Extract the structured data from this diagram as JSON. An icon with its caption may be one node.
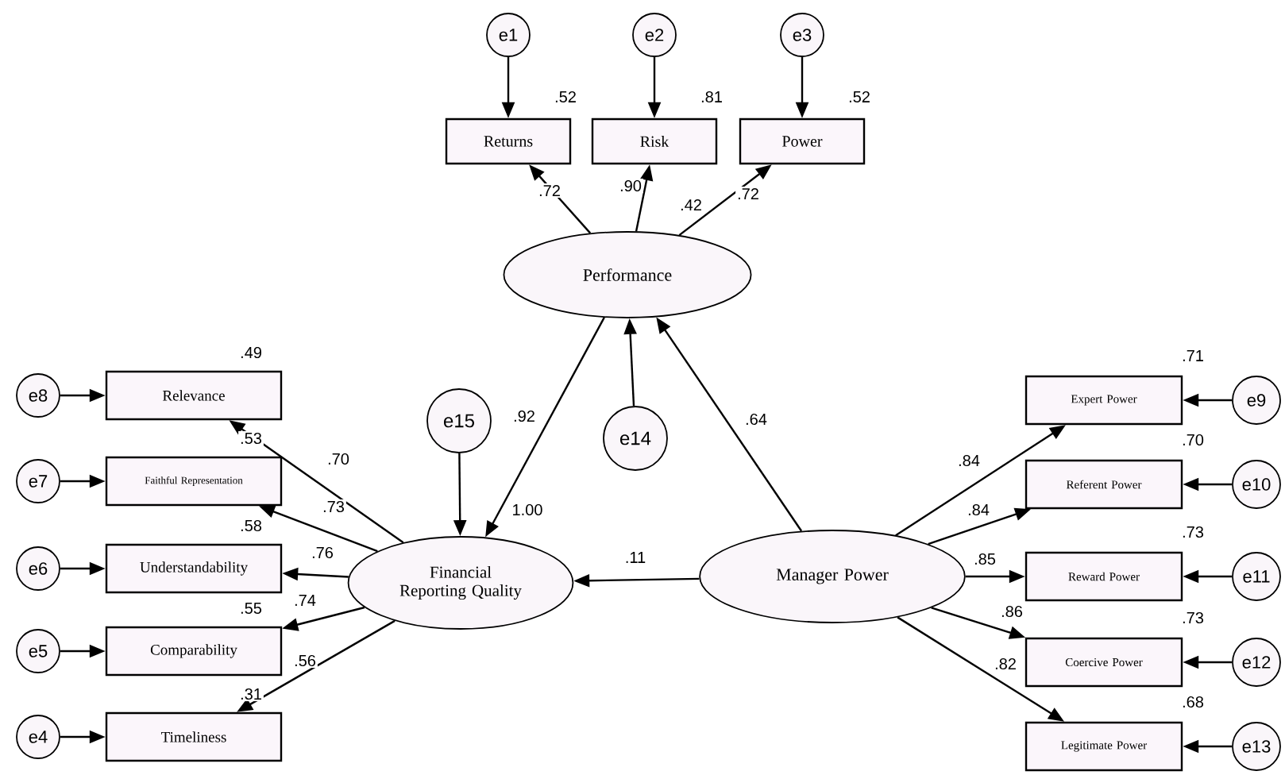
{
  "diagram": {
    "nodes": [
      {
        "text": [
          "Performance"
        ],
        "beside": [
          ".42"
        ]
      },
      {
        "text": [
          "Returns"
        ],
        "beside": [
          ".52"
        ]
      },
      {
        "text": [
          "Risk"
        ],
        "beside": [
          ".81"
        ]
      },
      {
        "text": [
          "Power"
        ],
        "beside": [
          ".52"
        ]
      },
      {
        "text": [
          "e1"
        ]
      },
      {
        "text": [
          "e2"
        ]
      },
      {
        "text": [
          "e3"
        ]
      },
      {
        "text": [
          "e14"
        ]
      },
      {
        "text": [
          "e15"
        ]
      },
      {
        "text": [
          "Financial Reporting Quality"
        ],
        "beside": [
          "1.00"
        ]
      },
      {
        "text": [
          "Manager Power"
        ]
      },
      {
        "text": [
          "Relevance"
        ],
        "beside": [
          ".49"
        ]
      },
      {
        "text": [
          "Faithful Representation"
        ],
        "beside": [
          ".53"
        ]
      },
      {
        "text": [
          "Understandability"
        ],
        "beside": [
          ".58"
        ]
      },
      {
        "text": [
          "Comparability"
        ],
        "beside": [
          ".55"
        ]
      },
      {
        "text": [
          "Timeliness"
        ],
        "beside": [
          ".31"
        ]
      },
      {
        "text": [
          "e8"
        ]
      },
      {
        "text": [
          "e7"
        ]
      },
      {
        "text": [
          "e6"
        ]
      },
      {
        "text": [
          "e5"
        ]
      },
      {
        "text": [
          "e4"
        ]
      },
      {
        "text": [
          "Expert Power"
        ],
        "beside": [
          ".71"
        ]
      },
      {
        "text": [
          "Referent Power"
        ],
        "beside": [
          ".70"
        ]
      },
      {
        "text": [
          "Reward Power"
        ],
        "beside": [
          ".73"
        ]
      },
      {
        "text": [
          "Coercive Power"
        ],
        "beside": [
          ".73"
        ]
      },
      {
        "text": [
          "Legitimate Power"
        ],
        "beside": [
          ".68"
        ]
      },
      {
        "text": [
          "e9"
        ]
      },
      {
        "text": [
          "e10"
        ]
      },
      {
        "text": [
          "e11"
        ]
      },
      {
        "text": [
          "e12"
        ]
      },
      {
        "text": [
          "e13"
        ]
      }
    ],
    "edges": [
      {
        "from": 4,
        "to": 1,
        "arrow": "to"
      },
      {
        "from": 5,
        "to": 2,
        "arrow": "to"
      },
      {
        "from": 6,
        "to": 3,
        "arrow": "to"
      },
      {
        "from": 0,
        "to": 1,
        "arrow": "to",
        "label": ".72"
      },
      {
        "from": 0,
        "to": 2,
        "arrow": "to",
        "label": ".90"
      },
      {
        "from": 0,
        "to": 3,
        "arrow": "to",
        "label": ".72"
      },
      {
        "from": 7,
        "to": 0,
        "arrow": "to"
      },
      {
        "from": 0,
        "to": 9,
        "arrow": "to",
        "label": ".92"
      },
      {
        "from": 10,
        "to": 0,
        "arrow": "to",
        "label": ".64"
      },
      {
        "from": 8,
        "to": 9,
        "arrow": "to"
      },
      {
        "from": 10,
        "to": 9,
        "arrow": "to",
        "label": ".11"
      },
      {
        "from": 9,
        "to": 11,
        "arrow": "to",
        "label": ".70"
      },
      {
        "from": 9,
        "to": 12,
        "arrow": "to",
        "label": ".73"
      },
      {
        "from": 9,
        "to": 13,
        "arrow": "to",
        "label": ".76"
      },
      {
        "from": 9,
        "to": 14,
        "arrow": "to",
        "label": ".74"
      },
      {
        "from": 9,
        "to": 15,
        "arrow": "to",
        "label": ".56"
      },
      {
        "from": 16,
        "to": 11,
        "arrow": "to"
      },
      {
        "from": 17,
        "to": 12,
        "arrow": "to"
      },
      {
        "from": 18,
        "to": 13,
        "arrow": "to"
      },
      {
        "from": 19,
        "to": 14,
        "arrow": "to"
      },
      {
        "from": 20,
        "to": 15,
        "arrow": "to"
      },
      {
        "from": 10,
        "to": 21,
        "arrow": "to",
        "label": ".84"
      },
      {
        "from": 10,
        "to": 22,
        "arrow": "to",
        "label": ".84"
      },
      {
        "from": 10,
        "to": 23,
        "arrow": "to",
        "label": ".85"
      },
      {
        "from": 10,
        "to": 24,
        "arrow": "to",
        "label": ".86"
      },
      {
        "from": 10,
        "to": 25,
        "arrow": "to",
        "label": ".82"
      },
      {
        "from": 26,
        "to": 21,
        "arrow": "to"
      },
      {
        "from": 27,
        "to": 22,
        "arrow": "to"
      },
      {
        "from": 28,
        "to": 23,
        "arrow": "to"
      },
      {
        "from": 29,
        "to": 24,
        "arrow": "to"
      },
      {
        "from": 30,
        "to": 25,
        "arrow": "to"
      }
    ]
  }
}
